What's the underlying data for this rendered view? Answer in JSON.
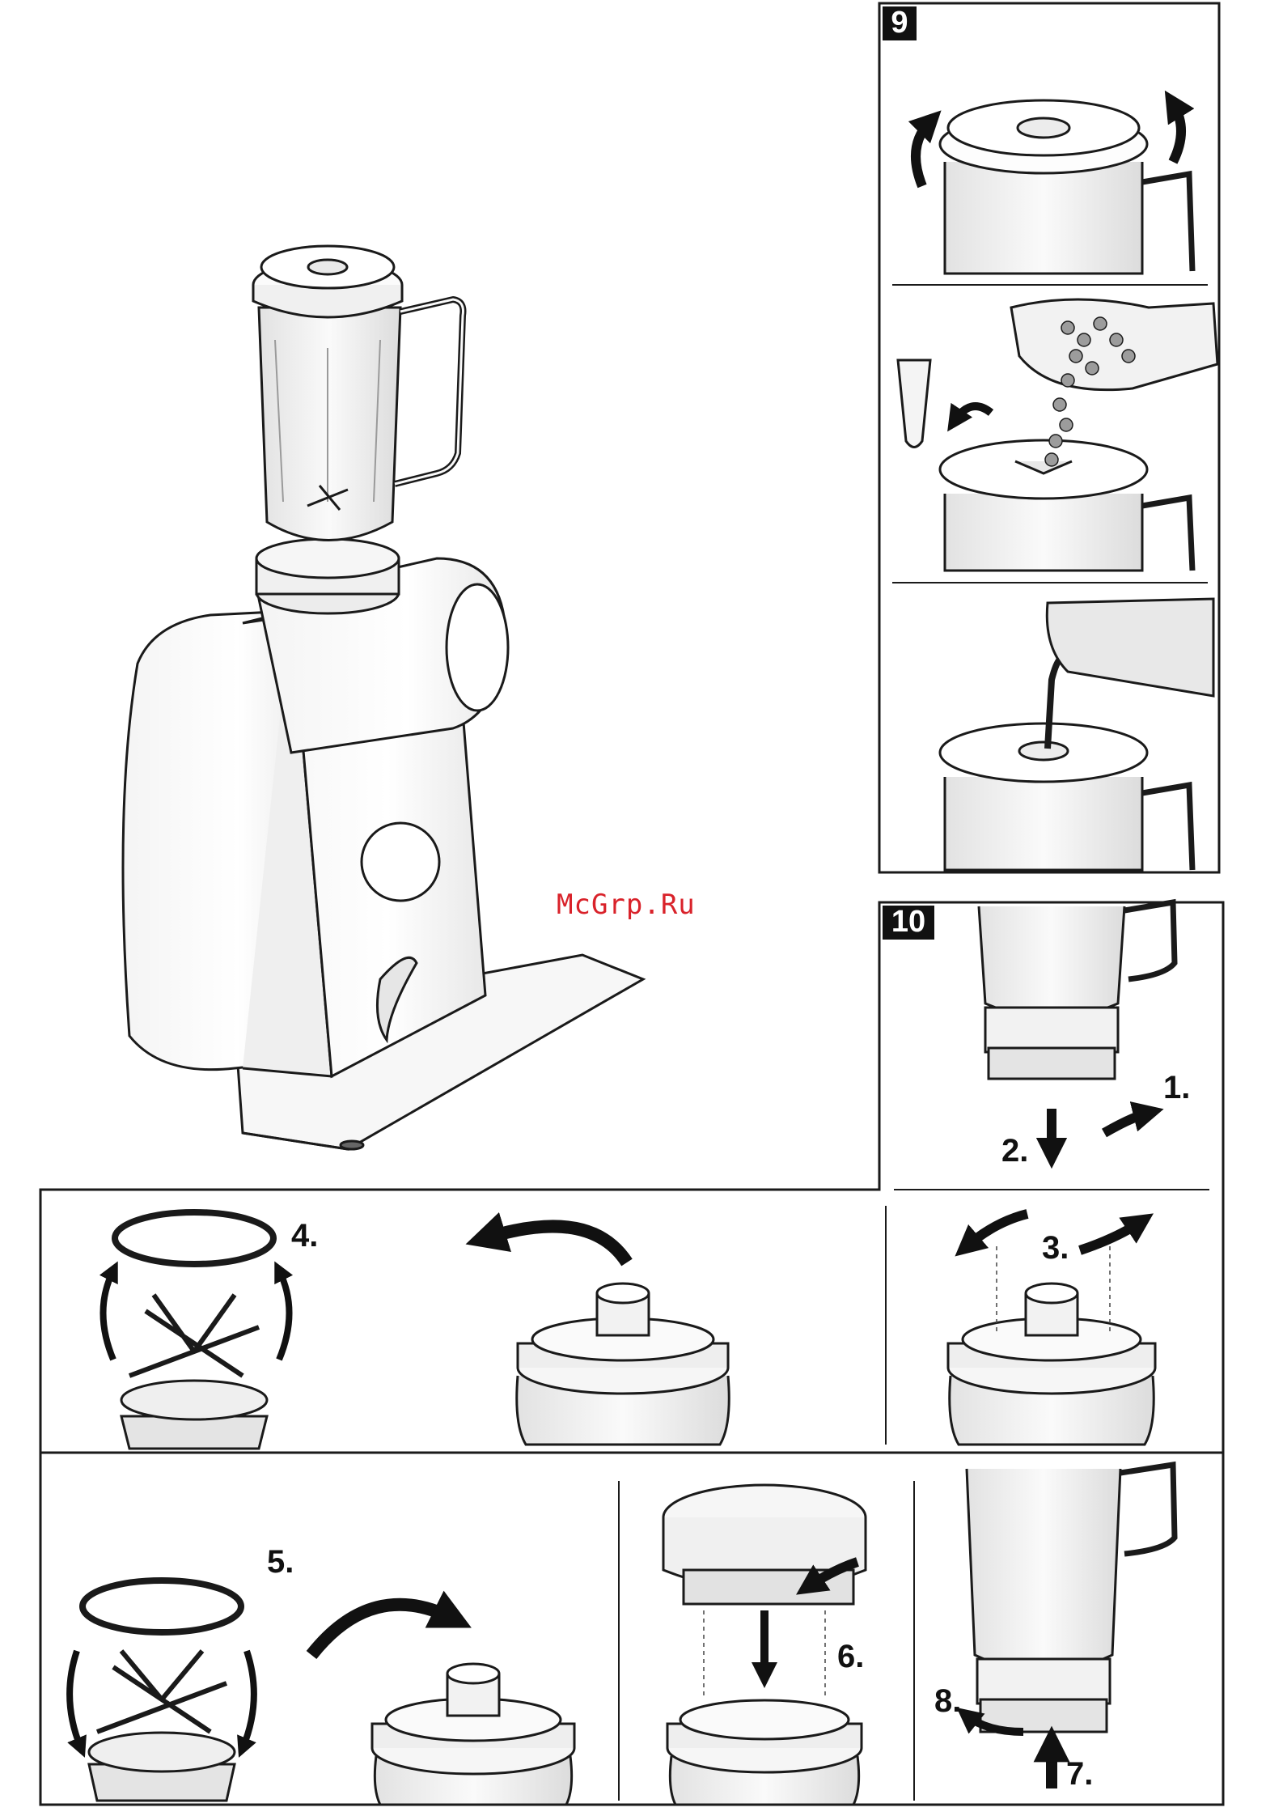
{
  "watermark": "McGrp.Ru",
  "figures": [
    {
      "number": "9"
    },
    {
      "number": "10"
    }
  ],
  "steps": [
    "1.",
    "2.",
    "3.",
    "4.",
    "5.",
    "6.",
    "7.",
    "8."
  ]
}
